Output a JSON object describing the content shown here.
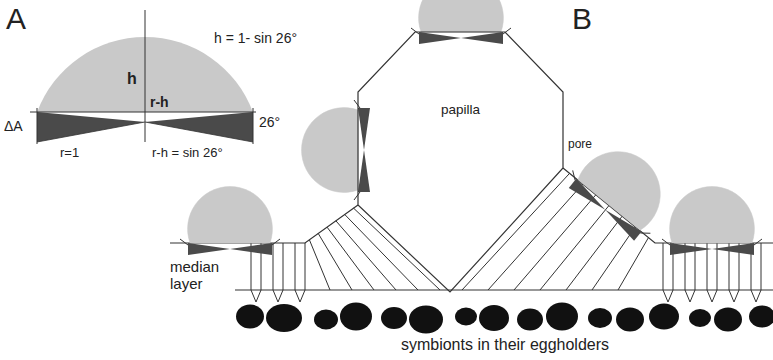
{
  "diagram": {
    "nodes": [
      {
        "text": [
          "papilla"
        ]
      }
    ],
    "labels": [
      "A",
      "h",
      "h = 1- sin 26°",
      "r-h",
      "ΔA",
      "26°",
      "r=1",
      "r-h = sin 26°",
      "B",
      "pore",
      "median layer",
      "symbionts in their eggholders"
    ]
  }
}
